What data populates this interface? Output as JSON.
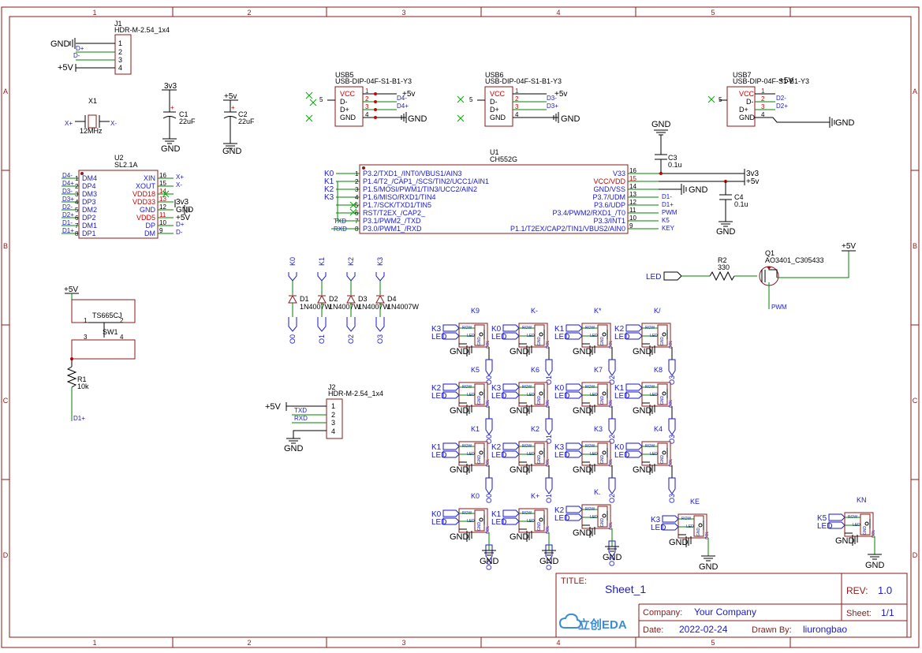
{
  "frame": {
    "col_labels": [
      "1",
      "2",
      "3",
      "4",
      "5"
    ],
    "row_labels": [
      "A",
      "B",
      "C",
      "D"
    ]
  },
  "title_block": {
    "title_label": "TITLE:",
    "title": "Sheet_1",
    "rev_label": "REV:",
    "rev": "1.0",
    "company_label": "Company:",
    "company": "Your Company",
    "sheet_label": "Sheet:",
    "sheet": "1/1",
    "date_label": "Date:",
    "date": "2022-02-24",
    "drawn_label": "Drawn By:",
    "drawn_by": "liurongbao",
    "logo": "立创EDA"
  },
  "j1": {
    "ref": "J1",
    "value": "HDR-M-2.54_1x4",
    "pins": [
      "1",
      "2",
      "3",
      "4"
    ],
    "nets": [
      "GND",
      "D+",
      "D-",
      "+5V"
    ]
  },
  "x1": {
    "ref": "X1",
    "value": "12MHz",
    "left_net": "X+",
    "right_net": "X-"
  },
  "c1": {
    "ref": "C1",
    "value": "22uF",
    "top_net": "3v3",
    "bottom_net": "GND"
  },
  "c2": {
    "ref": "C2",
    "value": "22uF",
    "top_net": "+5v",
    "bottom_net": "GND"
  },
  "u2": {
    "ref": "U2",
    "value": "SL2.1A",
    "left_pins": [
      {
        "net": "D4-",
        "num": "1",
        "name": "DM4"
      },
      {
        "net": "D4+",
        "num": "2",
        "name": "DP4"
      },
      {
        "net": "D3-",
        "num": "3",
        "name": "DM3"
      },
      {
        "net": "D3+",
        "num": "4",
        "name": "DP3"
      },
      {
        "net": "D2-",
        "num": "5",
        "name": "DM2"
      },
      {
        "net": "D2+",
        "num": "6",
        "name": "DP2"
      },
      {
        "net": "D1-",
        "num": "7",
        "name": "DM1"
      },
      {
        "net": "D1+",
        "num": "8",
        "name": "DP1"
      }
    ],
    "right_pins": [
      {
        "name": "XIN",
        "num": "16",
        "net": "X+"
      },
      {
        "name": "XOUT",
        "num": "15",
        "net": "X-"
      },
      {
        "name": "VDD18",
        "num": "14",
        "net": ""
      },
      {
        "name": "VDD33",
        "num": "13",
        "net": "3v3"
      },
      {
        "name": "GND",
        "num": "12",
        "net": "GND"
      },
      {
        "name": "VDD5",
        "num": "11",
        "net": "+5V"
      },
      {
        "name": "DP",
        "num": "10",
        "net": "D+"
      },
      {
        "name": "DM",
        "num": "9",
        "net": "D-"
      }
    ]
  },
  "usb_ports": [
    {
      "ref": "USB5",
      "value": "USB-DIP-04F-S1-B1-Y3",
      "pin5": "5",
      "pins": [
        "VCC",
        "D-",
        "D+",
        "GND"
      ],
      "nums": [
        "1",
        "2",
        "3",
        "4"
      ],
      "nets": [
        "+5v",
        "D4-",
        "D4+",
        "GND"
      ]
    },
    {
      "ref": "USB6",
      "value": "USB-DIP-04F-S1-B1-Y3",
      "pin5": "5",
      "pins": [
        "VCC",
        "D-",
        "D+",
        "GND"
      ],
      "nums": [
        "1",
        "2",
        "3",
        "4"
      ],
      "nets": [
        "+5v",
        "D3-",
        "D3+",
        "GND"
      ]
    },
    {
      "ref": "USB7",
      "value": "USB-DIP-04F-S1-B1-Y3",
      "pin5": "5",
      "pins": [
        "VCC",
        "D-",
        "D+",
        "GND"
      ],
      "nums": [
        "1",
        "2",
        "3",
        "4"
      ],
      "nets": [
        "+5V",
        "D2-",
        "D2+",
        "GND"
      ]
    }
  ],
  "u1": {
    "ref": "U1",
    "value": "CH552G",
    "left_pins": [
      {
        "net": "K0",
        "num": "1",
        "name": "P3.2/TXD1_/INT0/VBUS1/AIN3"
      },
      {
        "net": "K1",
        "num": "2",
        "name": "P1.4/T2_/CAP1_/SCS/TIN2/UCC1/AIN1"
      },
      {
        "net": "K2",
        "num": "3",
        "name": "P1.5/MOSI/PWM1/TIN3/UCC2/AIN2"
      },
      {
        "net": "K3",
        "num": "4",
        "name": "P1.6/MISO/RXD1/TIN4"
      },
      {
        "net": "",
        "num": "5",
        "name": "P1.7/SCK/TXD1/TIN5"
      },
      {
        "net": "",
        "num": "6",
        "name": "RST/T2EX_/CAP2_"
      },
      {
        "net": "TXD",
        "num": "7",
        "name": "P3.1/PWM2_/TXD"
      },
      {
        "net": "RXD",
        "num": "8",
        "name": "P3.0/PWM1_/RXD"
      }
    ],
    "right_pins": [
      {
        "name": "V33",
        "num": "16",
        "net": "3v3"
      },
      {
        "name": "VCC/VDD",
        "num": "15",
        "net": "+5v"
      },
      {
        "name": "GND/VSS",
        "num": "14",
        "net": "GND"
      },
      {
        "name": "P3.7/UDM",
        "num": "13",
        "net": "D1-"
      },
      {
        "name": "P3.6/UDP",
        "num": "12",
        "net": "D1+"
      },
      {
        "name": "P3.4/PWM2/RXD1_/T0",
        "num": "11",
        "net": "PWM"
      },
      {
        "name": "P3.3/INT1",
        "num": "10",
        "net": "K5"
      },
      {
        "name": "P1.1/T2EX/CAP2/TIN1/VBUS2/AIN0",
        "num": "9",
        "net": "KEY"
      }
    ]
  },
  "c3": {
    "ref": "C3",
    "value": "0.1u",
    "net": "GND"
  },
  "c4": {
    "ref": "C4",
    "value": "0.1u",
    "net": "GND"
  },
  "r2": {
    "ref": "R2",
    "value": "330",
    "net": "LED"
  },
  "q1": {
    "ref": "Q1",
    "value": "AO3401_C305433",
    "top_net": "+5V",
    "bottom_net": "PWM"
  },
  "sw1": {
    "ref": "SW1",
    "value": "TS665CJ",
    "top_net": "+5V",
    "pins": [
      "1",
      "2",
      "3",
      "4"
    ]
  },
  "r1": {
    "ref": "R1",
    "value": "10k",
    "net": "D1+"
  },
  "diodes": [
    {
      "ref": "D1",
      "value": "1N4007W",
      "top": "K0",
      "bottom": "O0"
    },
    {
      "ref": "D2",
      "value": "1N4007W",
      "top": "K1",
      "bottom": "O1"
    },
    {
      "ref": "D3",
      "value": "1N4007W",
      "top": "K2",
      "bottom": "O2"
    },
    {
      "ref": "D4",
      "value": "1N4007W",
      "top": "K3",
      "bottom": "O3"
    }
  ],
  "j2": {
    "ref": "J2",
    "value": "HDR-M-2.54_1x4",
    "pins": [
      "1",
      "2",
      "3",
      "4"
    ],
    "nets": [
      "+5V",
      "TXD",
      "RXD",
      "GND"
    ]
  },
  "keys": [
    {
      "ref": "K9",
      "row": "K3",
      "col": "O0"
    },
    {
      "ref": "K-",
      "row": "K0",
      "col": "O1"
    },
    {
      "ref": "K*",
      "row": "K1",
      "col": "O2"
    },
    {
      "ref": "K/",
      "row": "K2",
      "col": "O3"
    },
    {
      "ref": "K5",
      "row": "K2",
      "col": "O0"
    },
    {
      "ref": "K6",
      "row": "K3",
      "col": "O1"
    },
    {
      "ref": "K7",
      "row": "K0",
      "col": "O2"
    },
    {
      "ref": "K8",
      "row": "K1",
      "col": "O3"
    },
    {
      "ref": "K1",
      "row": "K1",
      "col": "O0"
    },
    {
      "ref": "K2",
      "row": "K2",
      "col": "O1"
    },
    {
      "ref": "K3",
      "row": "K3",
      "col": "O2"
    },
    {
      "ref": "K4",
      "row": "K0",
      "col": "O3"
    },
    {
      "ref": "K0",
      "row": "K0",
      "col": "O0"
    },
    {
      "ref": "K+",
      "row": "K1",
      "col": "O1"
    },
    {
      "ref": "K.",
      "row": "K2",
      "col": "O2"
    },
    {
      "ref": "KE",
      "row": "K3",
      "col": ""
    },
    {
      "ref": "KN",
      "row": "K5",
      "col": ""
    }
  ],
  "key_pin_labels": {
    "row": "ROW",
    "led": "LED",
    "col": "COL"
  },
  "nets": {
    "gnd": "GND",
    "led": "LED",
    "p5v": "+5V",
    "p5v_low": "+5v",
    "v33": "3v3"
  }
}
